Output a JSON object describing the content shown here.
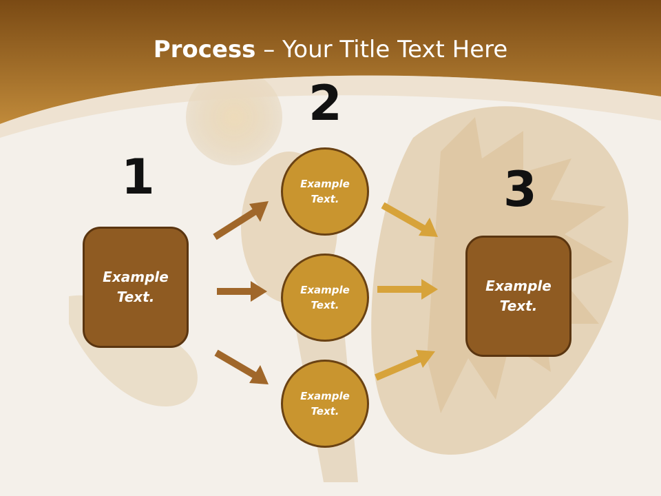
{
  "title": {
    "bold": "Process",
    "rest": " – Your Title Text Here"
  },
  "numbers": {
    "n1": "1",
    "n2": "2",
    "n3": "3"
  },
  "left_box": {
    "text_line1": "Example",
    "text_line2": "Text."
  },
  "circles": [
    {
      "line1": "Example",
      "line2": "Text."
    },
    {
      "line1": "Example",
      "line2": "Text."
    },
    {
      "line1": "Example",
      "line2": "Text."
    }
  ],
  "right_box": {
    "text_line1": "Example",
    "text_line2": "Text."
  },
  "colors": {
    "header_dark": "#7a4a14",
    "header_light": "#c08a3a",
    "box_fill": "#8f5b22",
    "circle_fill": "#c9952f",
    "arrow_left": "#a0672a",
    "arrow_right": "#d7a33a"
  }
}
